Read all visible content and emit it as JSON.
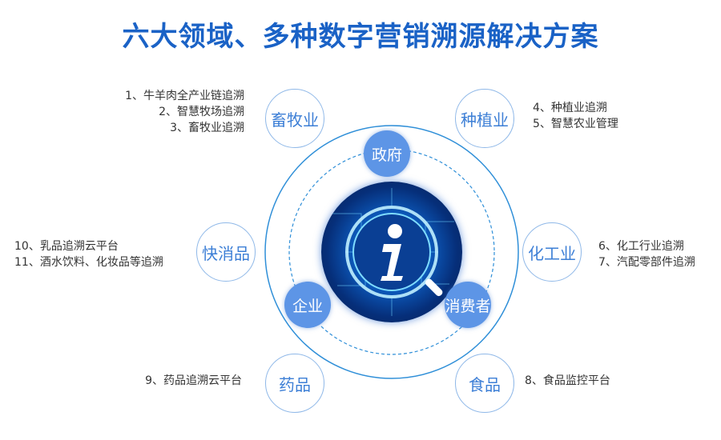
{
  "title": "六大领域、多种数字营销溯源解决方案",
  "colors": {
    "title": "#1a62c6",
    "node_text": "#3d7fd6",
    "node_border": "#8fb8e8",
    "badge_fill": "#5d95e6",
    "ring": "#2f8fd8"
  },
  "center_icon": "info-i-icon",
  "inner_badges": {
    "government": "政府",
    "enterprise": "企业",
    "consumer": "消费者"
  },
  "domains": {
    "livestock": {
      "label": "畜牧业",
      "items": [
        "1、牛羊肉全产业链追溯",
        "2、智慧牧场追溯",
        "3、畜牧业追溯"
      ]
    },
    "planting": {
      "label": "种植业",
      "items": [
        "4、种植业追溯",
        "5、智慧农业管理"
      ]
    },
    "chemical": {
      "label": "化工业",
      "items": [
        "6、化工行业追溯",
        "7、汽配零部件追溯"
      ]
    },
    "food": {
      "label": "食品",
      "items": [
        "8、食品监控平台"
      ]
    },
    "medicine": {
      "label": "药品",
      "items": [
        "9、药品追溯云平台"
      ]
    },
    "fmcg": {
      "label": "快消品",
      "items": [
        "10、乳品追溯云平台",
        "11、酒水饮料、化妆品等追溯"
      ]
    }
  }
}
